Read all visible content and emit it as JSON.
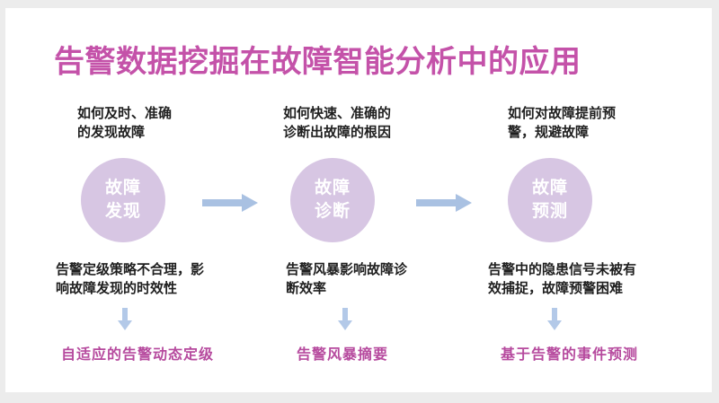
{
  "title": "告警数据挖掘在故障智能分析中的应用",
  "colors": {
    "title": "#c452a9",
    "highlight": "#b64a9e",
    "body_text": "#1f1f1f",
    "circle_fill": "#d7c6e3",
    "circle_text": "#ffffff",
    "arrow_right": "#a9c1e2",
    "arrow_down": "#b3c9e8"
  },
  "columns": [
    {
      "question": "如何及时、准确\n的发现故障",
      "stage": "故障\n发现",
      "problem": "告警定级策略不合理，影\n响故障发现的时效性",
      "solution": "自适应的告警动态定级"
    },
    {
      "question": "如何快速、准确的\n诊断出故障的根因",
      "stage": "故障\n诊断",
      "problem": "告警风暴影响故障诊\n断效率",
      "solution": "告警风暴摘要"
    },
    {
      "question": "如何对故障提前预\n警，规避故障",
      "stage": "故障\n预测",
      "problem": "告警中的隐患信号未被有\n效捕捉，故障预警困难",
      "solution": "基于告警的事件预测"
    }
  ]
}
